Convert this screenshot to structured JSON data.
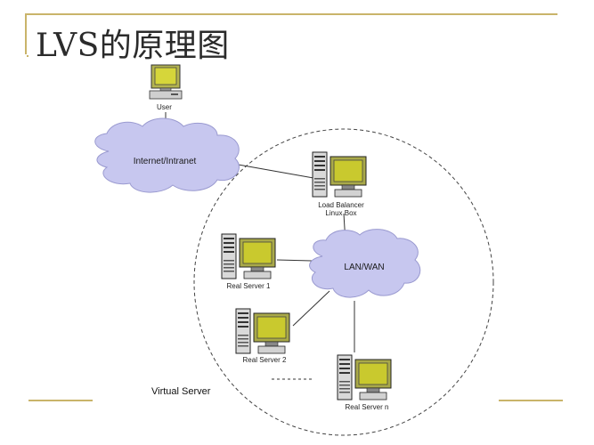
{
  "slide": {
    "title": "LVS的原理图"
  },
  "diagram": {
    "clouds": {
      "internet": "Internet/Intranet",
      "lanwan": "LAN/WAN"
    },
    "nodes": {
      "user": "User",
      "load_balancer_line1": "Load Balancer",
      "load_balancer_line2": "Linux Box",
      "real_server_1": "Real Server 1",
      "real_server_2": "Real Server 2",
      "real_server_n": "Real Server n"
    },
    "virtual_server_label": "Virtual Server"
  },
  "colors": {
    "cloud": "#c7c7ef",
    "monitor": "#a8a84a",
    "screen": "#c8c830",
    "rule": "#c9b46a"
  }
}
